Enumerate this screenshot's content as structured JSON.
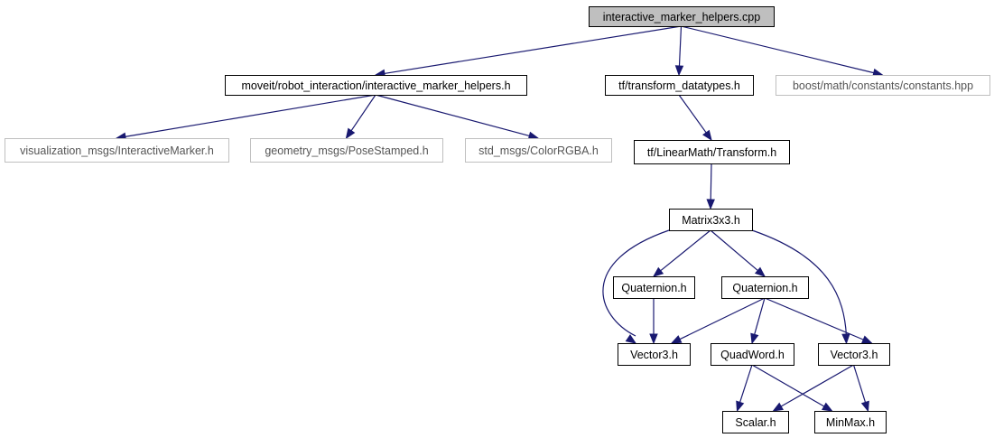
{
  "diagram": {
    "type": "include-dependency-graph",
    "colors": {
      "edge": "#191970",
      "root_fill": "#bfbfbf",
      "node_fill": "#ffffff",
      "node_border": "#000000",
      "node_text": "#000000",
      "external_border": "#bfbfbf",
      "external_text": "#555555"
    },
    "nodes": [
      {
        "id": "root",
        "label": "interactive_marker_helpers.cpp",
        "kind": "root"
      },
      {
        "id": "imh",
        "label": "moveit/robot_interaction/interactive_marker_helpers.h",
        "kind": "internal"
      },
      {
        "id": "tfdt",
        "label": "tf/transform_datatypes.h",
        "kind": "internal"
      },
      {
        "id": "boost",
        "label": "boost/math/constants/constants.hpp",
        "kind": "external"
      },
      {
        "id": "vis",
        "label": "visualization_msgs/InteractiveMarker.h",
        "kind": "external"
      },
      {
        "id": "geo",
        "label": "geometry_msgs/PoseStamped.h",
        "kind": "external"
      },
      {
        "id": "std",
        "label": "std_msgs/ColorRGBA.h",
        "kind": "external"
      },
      {
        "id": "tfm",
        "label": "tf/LinearMath/Transform.h",
        "kind": "internal"
      },
      {
        "id": "mat",
        "label": "Matrix3x3.h",
        "kind": "internal"
      },
      {
        "id": "quat1",
        "label": "Quaternion.h",
        "kind": "internal"
      },
      {
        "id": "quat2",
        "label": "Quaternion.h",
        "kind": "internal"
      },
      {
        "id": "vec1",
        "label": "Vector3.h",
        "kind": "internal"
      },
      {
        "id": "qw",
        "label": "QuadWord.h",
        "kind": "internal"
      },
      {
        "id": "vec2",
        "label": "Vector3.h",
        "kind": "internal"
      },
      {
        "id": "scalar",
        "label": "Scalar.h",
        "kind": "internal"
      },
      {
        "id": "minmax",
        "label": "MinMax.h",
        "kind": "internal"
      }
    ],
    "edges": [
      {
        "from": "root",
        "to": "imh"
      },
      {
        "from": "root",
        "to": "tfdt"
      },
      {
        "from": "root",
        "to": "boost"
      },
      {
        "from": "imh",
        "to": "vis"
      },
      {
        "from": "imh",
        "to": "geo"
      },
      {
        "from": "imh",
        "to": "std"
      },
      {
        "from": "tfdt",
        "to": "tfm"
      },
      {
        "from": "tfm",
        "to": "mat"
      },
      {
        "from": "mat",
        "to": "vec1"
      },
      {
        "from": "mat",
        "to": "quat1"
      },
      {
        "from": "mat",
        "to": "quat2"
      },
      {
        "from": "mat",
        "to": "vec2"
      },
      {
        "from": "quat1",
        "to": "vec1"
      },
      {
        "from": "quat2",
        "to": "vec1"
      },
      {
        "from": "quat2",
        "to": "qw"
      },
      {
        "from": "quat2",
        "to": "vec2"
      },
      {
        "from": "qw",
        "to": "scalar"
      },
      {
        "from": "qw",
        "to": "minmax"
      },
      {
        "from": "vec2",
        "to": "scalar"
      },
      {
        "from": "vec2",
        "to": "minmax"
      }
    ]
  }
}
